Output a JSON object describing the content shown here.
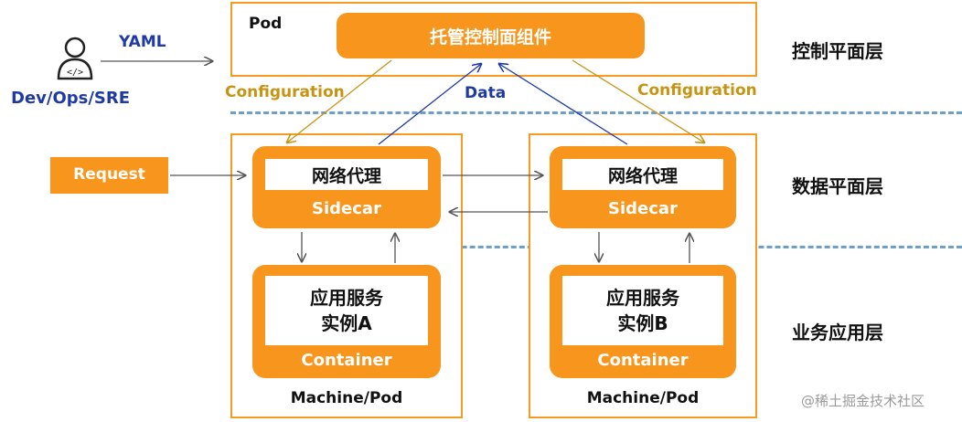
{
  "user": {
    "role_label": "Dev/Ops/SRE",
    "yaml_label": "YAML"
  },
  "request": {
    "label": "Request"
  },
  "pod": {
    "title": "Pod",
    "control_component": "托管控制面组件",
    "config_left": "Configuration",
    "config_right": "Configuration",
    "data_label": "Data"
  },
  "layers": {
    "control": "控制平面层",
    "data": "数据平面层",
    "business": "业务应用层"
  },
  "machines": [
    {
      "proxy_label": "网络代理",
      "sidecar_label": "Sidecar",
      "service_line1": "应用服务",
      "service_line2": "实例A",
      "container_label": "Container",
      "machine_label": "Machine/Pod"
    },
    {
      "proxy_label": "网络代理",
      "sidecar_label": "Sidecar",
      "service_line1": "应用服务",
      "service_line2": "实例B",
      "container_label": "Container",
      "machine_label": "Machine/Pod"
    }
  ],
  "watermark": "@稀土掘金技术社区",
  "colors": {
    "orange": "#f7951d",
    "frame": "#f59a23",
    "config_arrow": "#c79312",
    "data_arrow": "#1f3aa5",
    "gray_arrow": "#555555",
    "divider": "#6e9fc8"
  }
}
